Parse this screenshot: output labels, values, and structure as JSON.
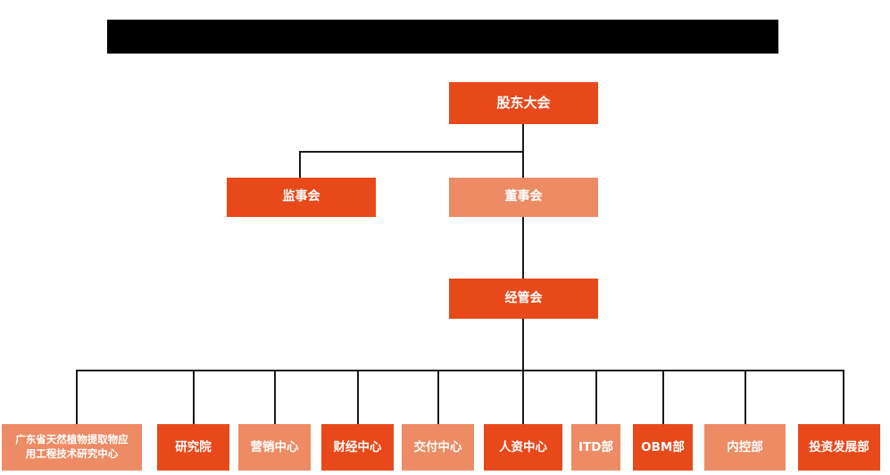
{
  "page": {
    "title": "组织架构图",
    "background_color": "#ffffff",
    "accent_dark": "#E8491B",
    "accent_light": "#ED8B65",
    "line_color": "#1a1a1a"
  },
  "header": {
    "redaction_label": "",
    "redaction_color": "#000000"
  },
  "chart_data": {
    "type": "diagram",
    "diagram_kind": "organization-chart",
    "orientation": "top-down",
    "nodes": [
      {
        "id": "n1",
        "label": "股东大会",
        "level": 1,
        "color": "#E8491B"
      },
      {
        "id": "n2",
        "label": "监事会",
        "level": 2,
        "color": "#E8491B"
      },
      {
        "id": "n3",
        "label": "董事会",
        "level": 2,
        "color": "#ED8B65"
      },
      {
        "id": "n4",
        "label": "经管会",
        "level": 3,
        "color": "#E8491B"
      },
      {
        "id": "d1",
        "label": "广东省天然植物提取物应\n用工程技术研究中心",
        "level": 4,
        "color": "#ED8B65"
      },
      {
        "id": "d2",
        "label": "研究院",
        "level": 4,
        "color": "#E8491B"
      },
      {
        "id": "d3",
        "label": "营销中心",
        "level": 4,
        "color": "#ED8B65"
      },
      {
        "id": "d4",
        "label": "财经中心",
        "level": 4,
        "color": "#E8491B"
      },
      {
        "id": "d5",
        "label": "交付中心",
        "level": 4,
        "color": "#ED8B65"
      },
      {
        "id": "d6",
        "label": "人资中心",
        "level": 4,
        "color": "#E8491B"
      },
      {
        "id": "d7",
        "label": "ITD部",
        "level": 4,
        "color": "#ED8B65"
      },
      {
        "id": "d8",
        "label": "OBM部",
        "level": 4,
        "color": "#E8491B"
      },
      {
        "id": "d9",
        "label": "内控部",
        "level": 4,
        "color": "#ED8B65"
      },
      {
        "id": "d10",
        "label": "投资发展部",
        "level": 4,
        "color": "#E8491B"
      }
    ],
    "edges": [
      {
        "from": "n1",
        "to": "n2"
      },
      {
        "from": "n1",
        "to": "n3"
      },
      {
        "from": "n3",
        "to": "n4"
      },
      {
        "from": "n4",
        "to": "d1"
      },
      {
        "from": "n4",
        "to": "d2"
      },
      {
        "from": "n4",
        "to": "d3"
      },
      {
        "from": "n4",
        "to": "d4"
      },
      {
        "from": "n4",
        "to": "d5"
      },
      {
        "from": "n4",
        "to": "d6"
      },
      {
        "from": "n4",
        "to": "d7"
      },
      {
        "from": "n4",
        "to": "d8"
      },
      {
        "from": "n4",
        "to": "d9"
      },
      {
        "from": "n4",
        "to": "d10"
      }
    ]
  }
}
